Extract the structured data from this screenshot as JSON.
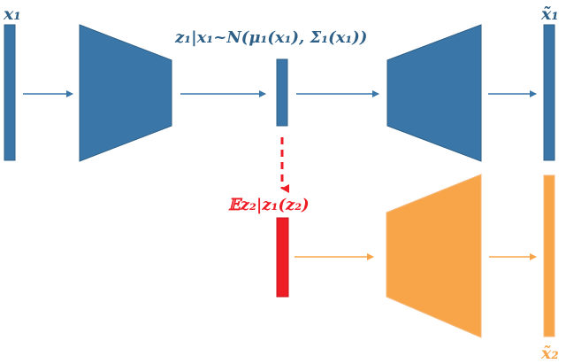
{
  "labels": {
    "x1": "x₁",
    "x1_hat": "x̃₁",
    "x2_hat": "x̃₂",
    "latent_dist": "z₁|x₁~N(μ₁(x₁), Σ₁(x₁))",
    "expectation": "𝔼z₂|z₁(z₂)"
  },
  "colors": {
    "blue": "#3A77A8",
    "blue_edge": "#2E5F86",
    "red": "#EE1C25",
    "orange": "#F8A54A",
    "orange_edge": "#F4B77A"
  }
}
